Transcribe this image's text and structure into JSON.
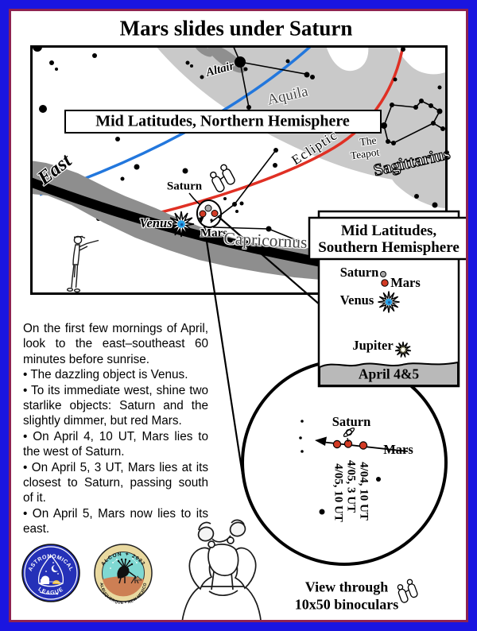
{
  "title": "Mars slides under Saturn",
  "map": {
    "direction_label": "East",
    "box_label": "Mid Latitudes, Northern Hemisphere",
    "labels": {
      "altair": "Altair",
      "aquila": "Aquila",
      "ecliptic": "Ecliptic",
      "teapot_line1": "The",
      "teapot_line2": "Teapot",
      "sagittarius": "Sagittarius",
      "capricornus": "Capricornus",
      "saturn": "Saturn",
      "venus": "Venus",
      "mars": "Mars"
    }
  },
  "south_panel": {
    "title_line1": "Mid Latitudes,",
    "title_line2": "Southern Hemisphere",
    "saturn": "Saturn",
    "mars": "Mars",
    "venus": "Venus",
    "jupiter": "Jupiter",
    "band": "April 4&5"
  },
  "binocular_view": {
    "saturn": "Saturn",
    "mars": "Mars",
    "dates": [
      "4/04, 10 UT",
      "4/05, 3 UT",
      "4/05, 10 UT"
    ],
    "caption_line1": "View through",
    "caption_line2": "10x50 binoculars"
  },
  "text_block": {
    "paragraphs": [
      "On the first few mornings of April, look to the east–southeast 60 minutes before sunrise.",
      "• The dazzling object is Venus.",
      "• To its immediate west, shine two starlike objects: Saturn and the slightly dimmer, but red Mars.",
      "• On April 4, 10 UT, Mars lies to the west of Saturn.",
      "• On April 5, 3 UT, Mars lies at its closest to Saturn, passing south of it.",
      "• On April 5, Mars now lies to its east."
    ]
  },
  "logos": {
    "league_top": "ASTRONOMICAL",
    "league_bottom": "LEAGUE",
    "alcon_top": "ALCON ✦ 2022",
    "alcon_bottom": "ALBUQUERQUE • NEW MEXICO"
  },
  "colors": {
    "frame_blue": "#1a15e0",
    "frame_maroon": "#8f2350",
    "ecliptic_red": "#e03024",
    "equator_blue": "#2277dd",
    "mars_red": "#d23b25",
    "saturn_gray": "#a8a8a8",
    "venus_blue": "#27a3ea",
    "jupiter_yellow": "#f6f0bb",
    "milkyway_gray": "#c9c9c9",
    "horizon_gray": "#8e8e8e"
  }
}
